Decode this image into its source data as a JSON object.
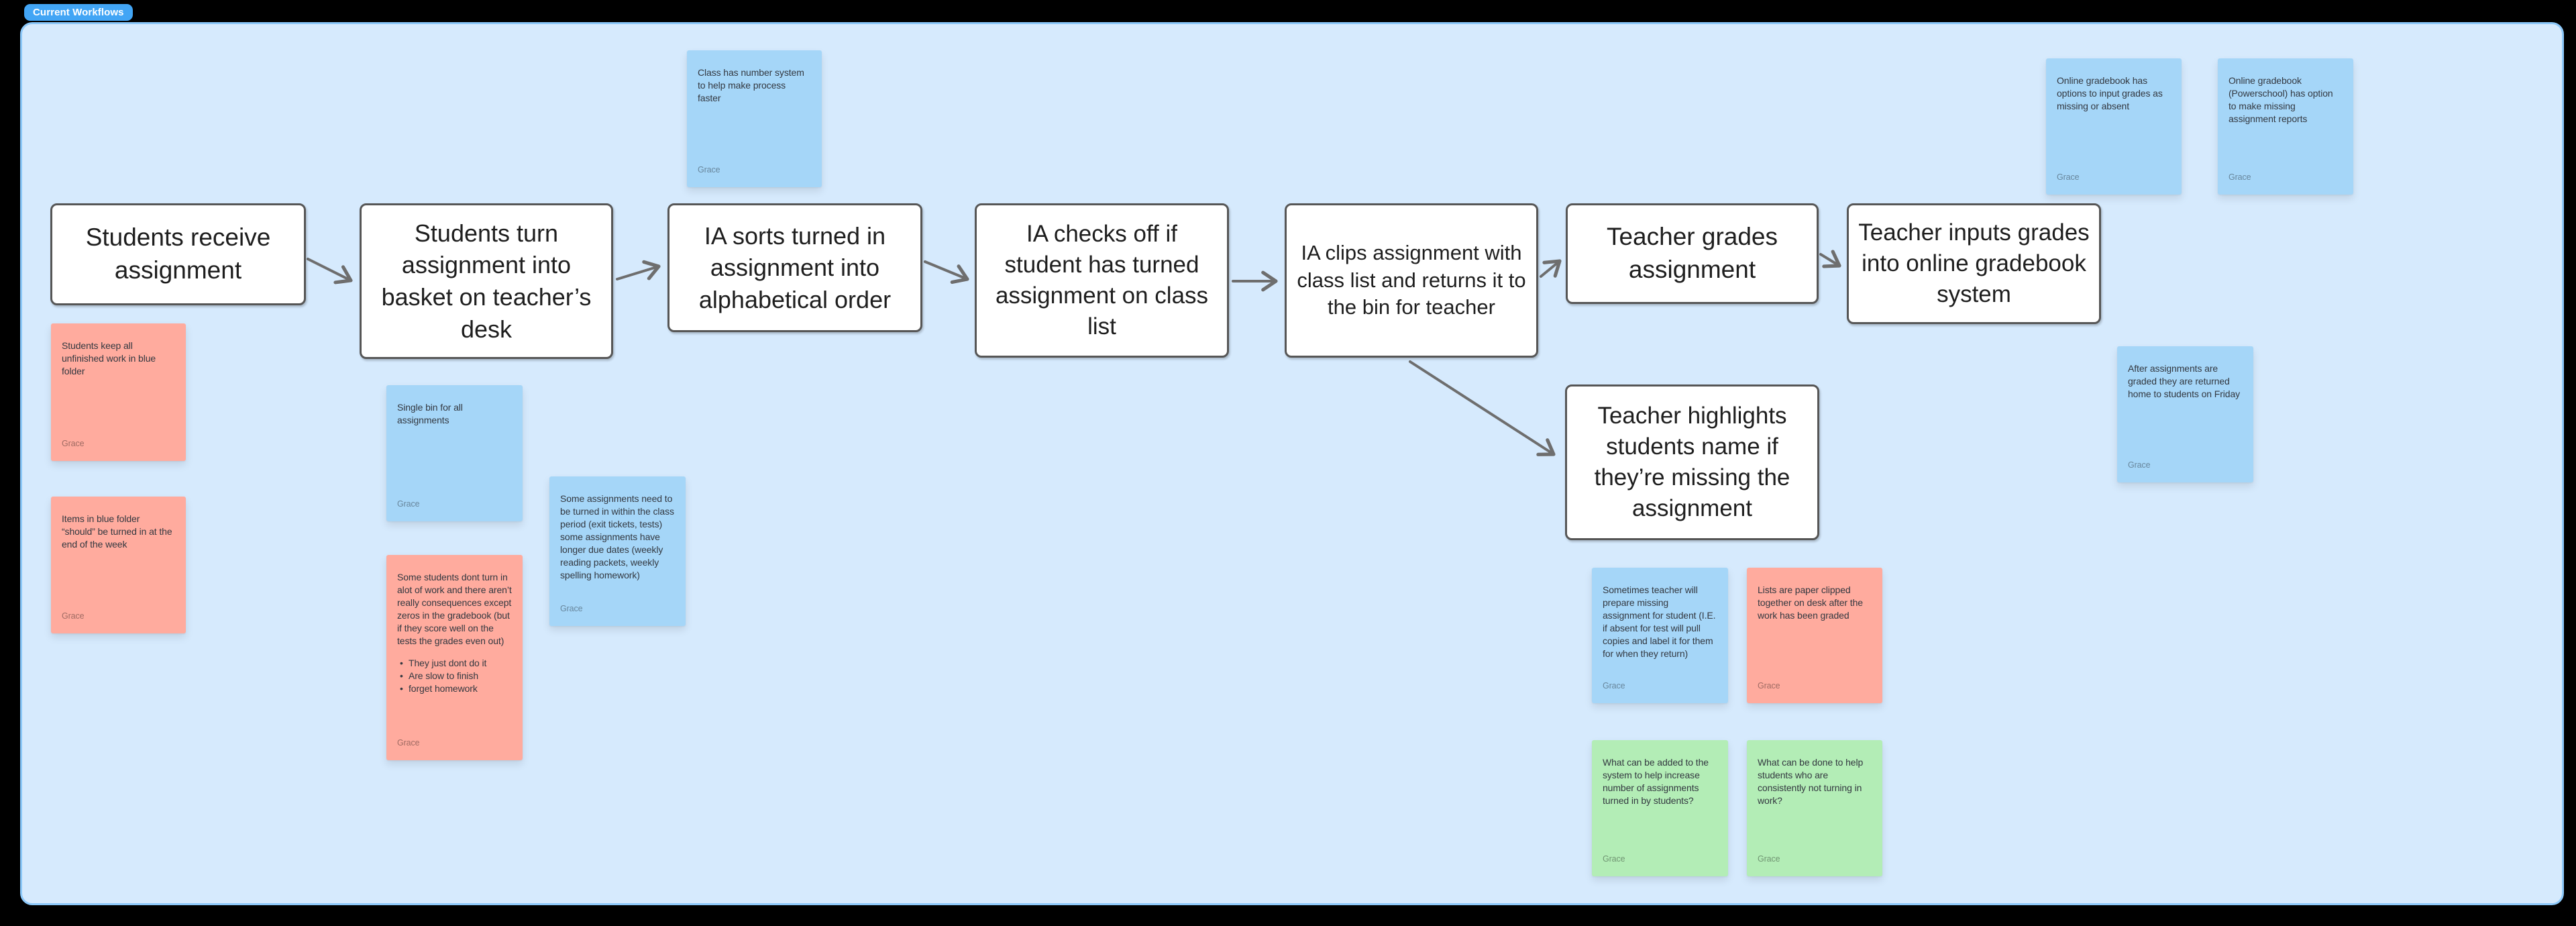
{
  "page": {
    "label": "Current Workflows"
  },
  "colors": {
    "chip": "#42a5f5",
    "canvas": "#d6eafd",
    "canvas_border": "#8cc8f9",
    "sticky_blue": "#a5d6f8",
    "sticky_pink": "#ffab9e",
    "sticky_green": "#b3edb6",
    "box_border": "#565656",
    "arrow": "#6e6e6e"
  },
  "flow_boxes": [
    {
      "text": "Students receive assignment"
    },
    {
      "text": "Students turn assignment into basket on teacher’s desk"
    },
    {
      "text": "IA sorts turned in assignment into alphabetical order"
    },
    {
      "text": "IA checks off if student has turned assignment on class list"
    },
    {
      "text": "IA clips assignment with class list and returns it to the bin for teacher"
    },
    {
      "text": "Teacher grades assignment"
    },
    {
      "text": "Teacher inputs grades into online gradebook system"
    },
    {
      "text": "Teacher highlights students name if they’re missing the assignment"
    }
  ],
  "sticky_notes": [
    {
      "color": "blue",
      "text": "Class has number system to help make process faster",
      "author": "Grace"
    },
    {
      "color": "blue",
      "text": "Online gradebook has options to input grades as missing or absent",
      "author": "Grace"
    },
    {
      "color": "blue",
      "text": "Online gradebook (Powerschool) has option to make missing assignment reports",
      "author": "Grace"
    },
    {
      "color": "pink",
      "text": "Students keep all unfinished work in blue folder",
      "author": "Grace"
    },
    {
      "color": "pink",
      "text": "Items in blue folder “should” be turned in at the end of the week",
      "author": "Grace"
    },
    {
      "color": "blue",
      "text": "Single bin for all assignments",
      "author": "Grace"
    },
    {
      "color": "pink",
      "text": "Some students dont turn in alot of work and there aren’t really consequences except zeros in the gradebook (but if they score well on the tests the grades even out)",
      "bullets": [
        "They just dont do it",
        "Are slow to finish",
        "forget homework"
      ],
      "author": "Grace"
    },
    {
      "color": "blue",
      "text": "Some assignments need to be turned in within the class period (exit tickets, tests) some assignments have longer due dates (weekly reading packets, weekly spelling homework)",
      "author": "Grace"
    },
    {
      "color": "blue",
      "text": "After assignments are graded they are returned home to students on Friday",
      "author": "Grace"
    },
    {
      "color": "blue",
      "text": "Sometimes teacher will prepare missing assignment for student (I.E. if absent for test will pull copies and label it for them for when they return)",
      "author": "Grace"
    },
    {
      "color": "pink",
      "text": "Lists are paper clipped together on desk after the work has been graded",
      "author": "Grace"
    },
    {
      "color": "green",
      "text": "What can be added to the system to help increase number of assignments turned in by students?",
      "author": "Grace"
    },
    {
      "color": "green",
      "text": "What can be done to help students who are consistently not turning in work?",
      "author": "Grace"
    }
  ]
}
